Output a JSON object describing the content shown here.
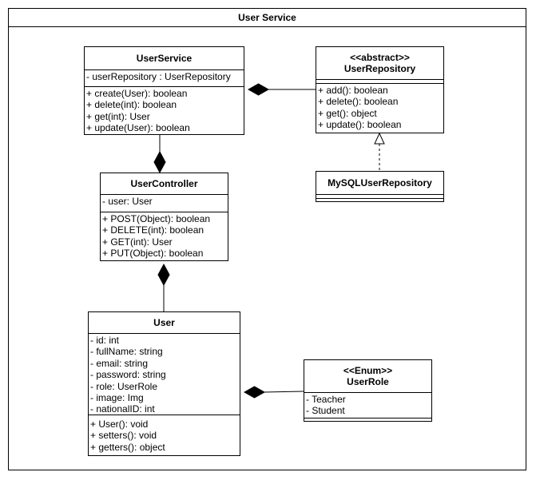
{
  "frame": {
    "title": "User Service"
  },
  "classes": {
    "user_service": {
      "name": "UserService",
      "attributes": [
        "- userRepository : UserRepository"
      ],
      "methods": [
        "+ create(User): boolean",
        "+ delete(int): boolean",
        "+ get(int): User",
        "+ update(User): boolean"
      ]
    },
    "user_repository": {
      "stereotype": "<<abstract>>",
      "name": "UserRepository",
      "attributes": [],
      "methods": [
        "+ add(): boolean",
        "+ delete(): boolean",
        "+ get(): object",
        "+ update(): boolean"
      ]
    },
    "mysql_user_repository": {
      "name": "MySQLUserRepository",
      "attributes": [],
      "methods": []
    },
    "user_controller": {
      "name": "UserController",
      "attributes": [
        "- user: User"
      ],
      "methods": [
        "+ POST(Object): boolean",
        "+ DELETE(int): boolean",
        "+ GET(int): User",
        "+ PUT(Object): boolean"
      ]
    },
    "user": {
      "name": "User",
      "attributes": [
        "- id: int",
        "- fullName: string",
        "- email: string",
        "- password: string",
        "- role: UserRole",
        "- image: Img",
        "- nationalID: int"
      ],
      "methods": [
        "+ User(): void",
        "+ setters(): void",
        "+ getters(): object"
      ]
    },
    "user_role": {
      "stereotype": "<<Enum>>",
      "name": "UserRole",
      "attributes": [
        "- Teacher",
        "- Student"
      ],
      "methods": []
    }
  }
}
